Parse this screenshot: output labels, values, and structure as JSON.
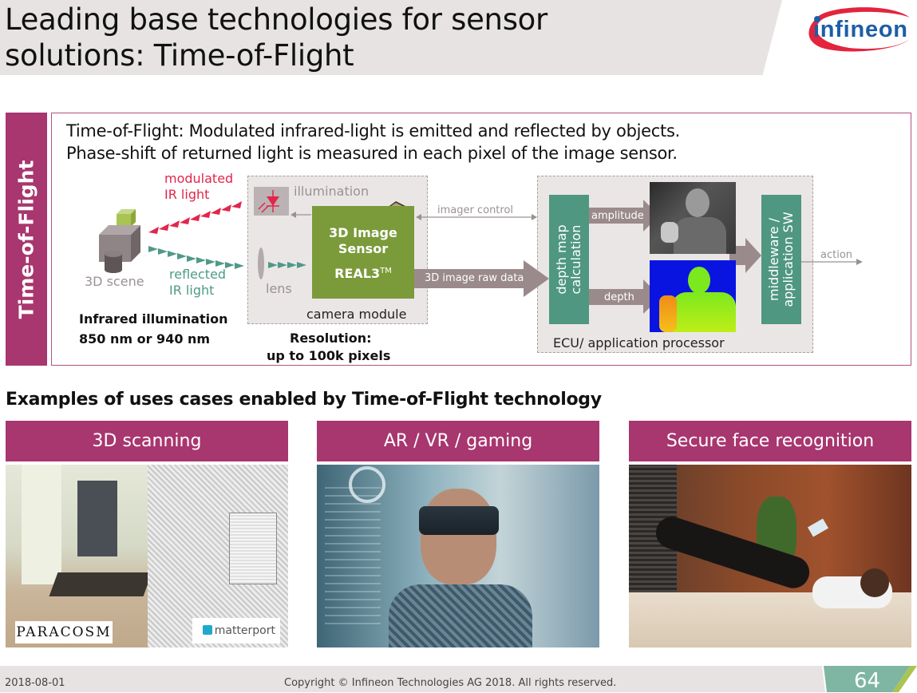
{
  "header": {
    "title_line1": "Leading base technologies for sensor",
    "title_line2": "solutions: Time-of-Flight",
    "logo_text": "infineon"
  },
  "tof_panel": {
    "side_label": "Time-of-Flight",
    "description_line1": "Time-of-Flight: Modulated infrared-light is emitted and reflected by objects.",
    "description_line2": "Phase-shift of returned light is measured in each pixel of the image sensor.",
    "diagram": {
      "modulated_line1": "modulated",
      "modulated_line2": "IR light",
      "reflected_line1": "reflected",
      "reflected_line2": "IR light",
      "scene_label": "3D scene",
      "illumination_label": "illumination",
      "lens_label": "lens",
      "sensor_line1": "3D Image",
      "sensor_line2": "Sensor",
      "sensor_line3": "REAL3",
      "sensor_tm": "TM",
      "camera_module_label": "camera module",
      "imager_control_label": "imager control",
      "raw_data_label": "3D image raw data",
      "depth_map_line1": "depth map",
      "depth_map_line2": "calculation",
      "amplitude_label": "amplitude",
      "depth_label": "depth",
      "middleware_line1": "middleware /",
      "middleware_line2": "application SW",
      "action_label": "action",
      "ecu_label": "ECU/ application processor",
      "infrared_line1": "Infrared illumination",
      "infrared_line2": "850 nm or 940 nm",
      "resolution_line1": "Resolution:",
      "resolution_line2": "up to 100k pixels"
    }
  },
  "use_cases": {
    "heading": "Examples of uses cases enabled by Time-of-Flight technology",
    "items": [
      {
        "label": "3D scanning",
        "logos": [
          "PARACOSM",
          "matterport"
        ]
      },
      {
        "label": "AR / VR / gaming"
      },
      {
        "label": "Secure face recognition"
      }
    ]
  },
  "footer": {
    "date": "2018-08-01",
    "copyright": "Copyright © Infineon Technologies AG 2018. All rights reserved.",
    "page_number": "64"
  },
  "colors": {
    "brand_magenta": "#a8366f",
    "sensor_green": "#7b9a3a",
    "teal": "#4f9780",
    "ir_red": "#e2264b",
    "arrow_grey": "#9a8a8c"
  }
}
